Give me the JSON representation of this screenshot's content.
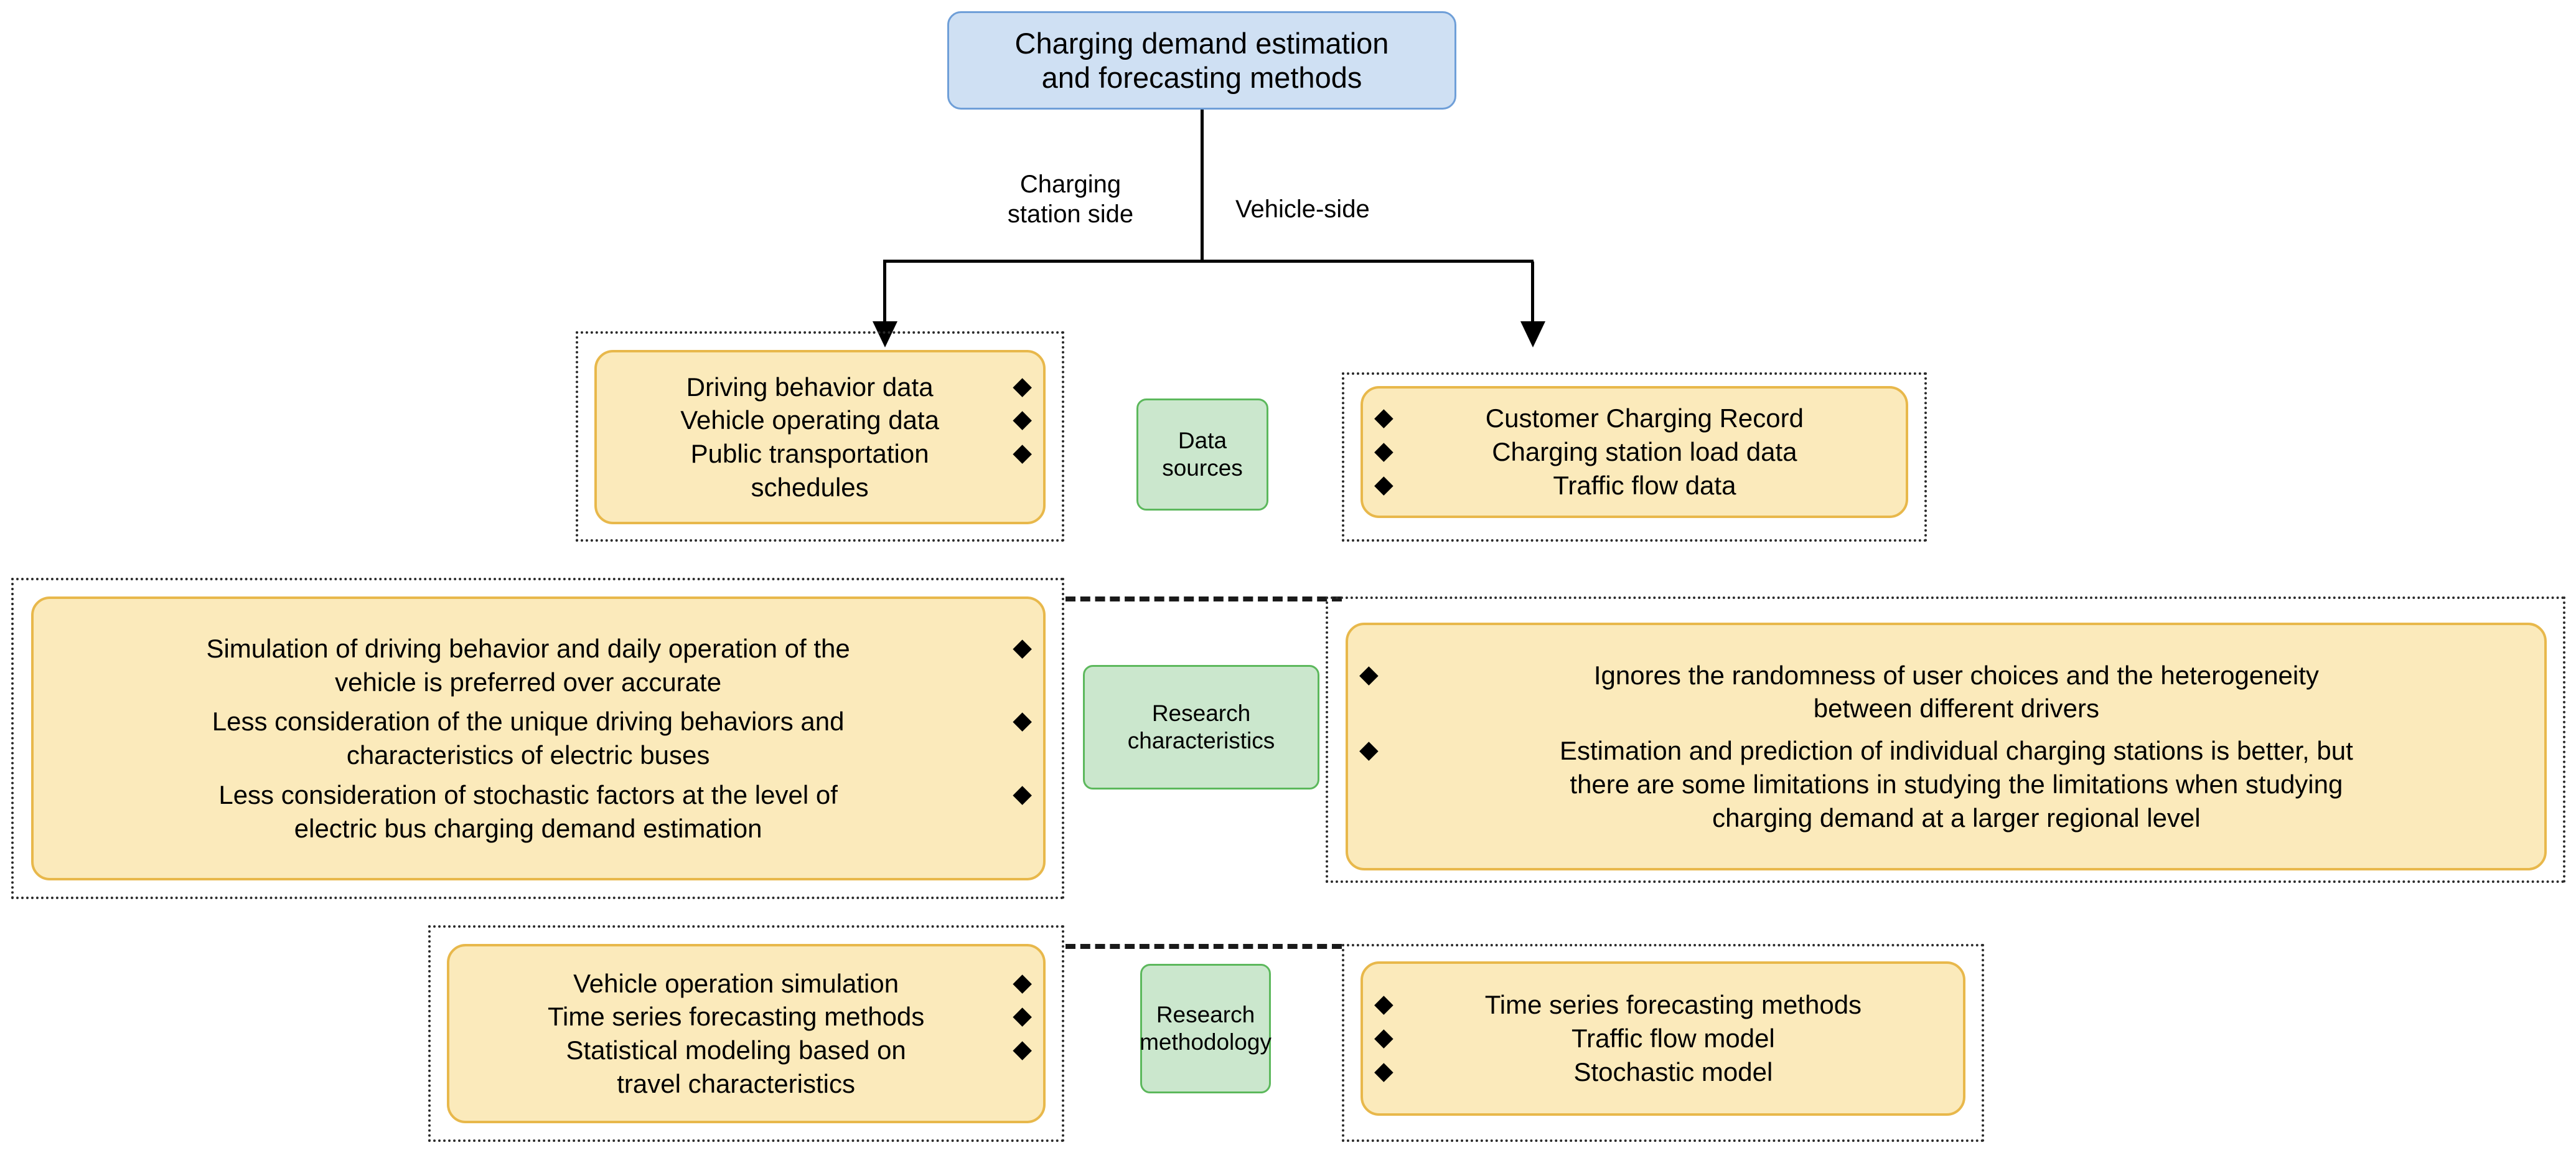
{
  "diagram": {
    "title": "Charging demand estimation and forecasting methods",
    "root": {
      "label": "Charging demand estimation\nand forecasting methods"
    },
    "edges": {
      "left_label_line1": "Charging",
      "left_label_line2": "station side",
      "right_label": "Vehicle-side"
    },
    "category_labels": {
      "data_sources_line1": "Data",
      "data_sources_line2": "sources",
      "research_characteristics_line1": "Research",
      "research_characteristics_line2": "characteristics",
      "research_methodology_line1": "Research",
      "research_methodology_line2": "methodology"
    },
    "rows": [
      {
        "category": "Data sources",
        "left": {
          "marker": "diamond",
          "marker_side": "right",
          "items": [
            "Driving behavior data",
            "Vehicle operating data",
            "Public transportation\nschedules"
          ]
        },
        "right": {
          "marker": "diamond",
          "marker_side": "left",
          "items": [
            "Customer Charging Record",
            "Charging station load data",
            "Traffic flow data"
          ]
        }
      },
      {
        "category": "Research characteristics",
        "left": {
          "marker": "diamond",
          "marker_side": "right",
          "items": [
            "Simulation of driving behavior and daily operation of the\nvehicle is preferred over accurate",
            "Less consideration of the unique driving behaviors and\ncharacteristics of electric buses",
            "Less consideration of stochastic factors at the level of\nelectric bus charging demand estimation"
          ]
        },
        "right": {
          "marker": "diamond",
          "marker_side": "left",
          "items": [
            "Ignores the randomness of user choices and the heterogeneity\nbetween different drivers",
            "Estimation and prediction of individual charging stations is better, but\nthere are some limitations in studying the limitations when studying\ncharging demand at a larger regional level"
          ]
        }
      },
      {
        "category": "Research methodology",
        "left": {
          "marker": "diamond",
          "marker_side": "right",
          "items": [
            "Vehicle operation simulation",
            "Time series forecasting methods",
            "Statistical modeling based on\ntravel characteristics"
          ]
        },
        "right": {
          "marker": "diamond",
          "marker_side": "left",
          "items": [
            "Time series forecasting methods",
            "Traffic flow model",
            "Stochastic model"
          ]
        }
      }
    ],
    "marker_glyph": "◆",
    "colors": {
      "root_fill": "#cfe0f3",
      "root_border": "#6f9fd8",
      "category_fill": "#cbe7cd",
      "category_border": "#5cb85c",
      "card_fill": "#fbeabb",
      "card_border": "#e8b84b",
      "line": "#000000",
      "group_border": "#2b2b2b"
    }
  }
}
